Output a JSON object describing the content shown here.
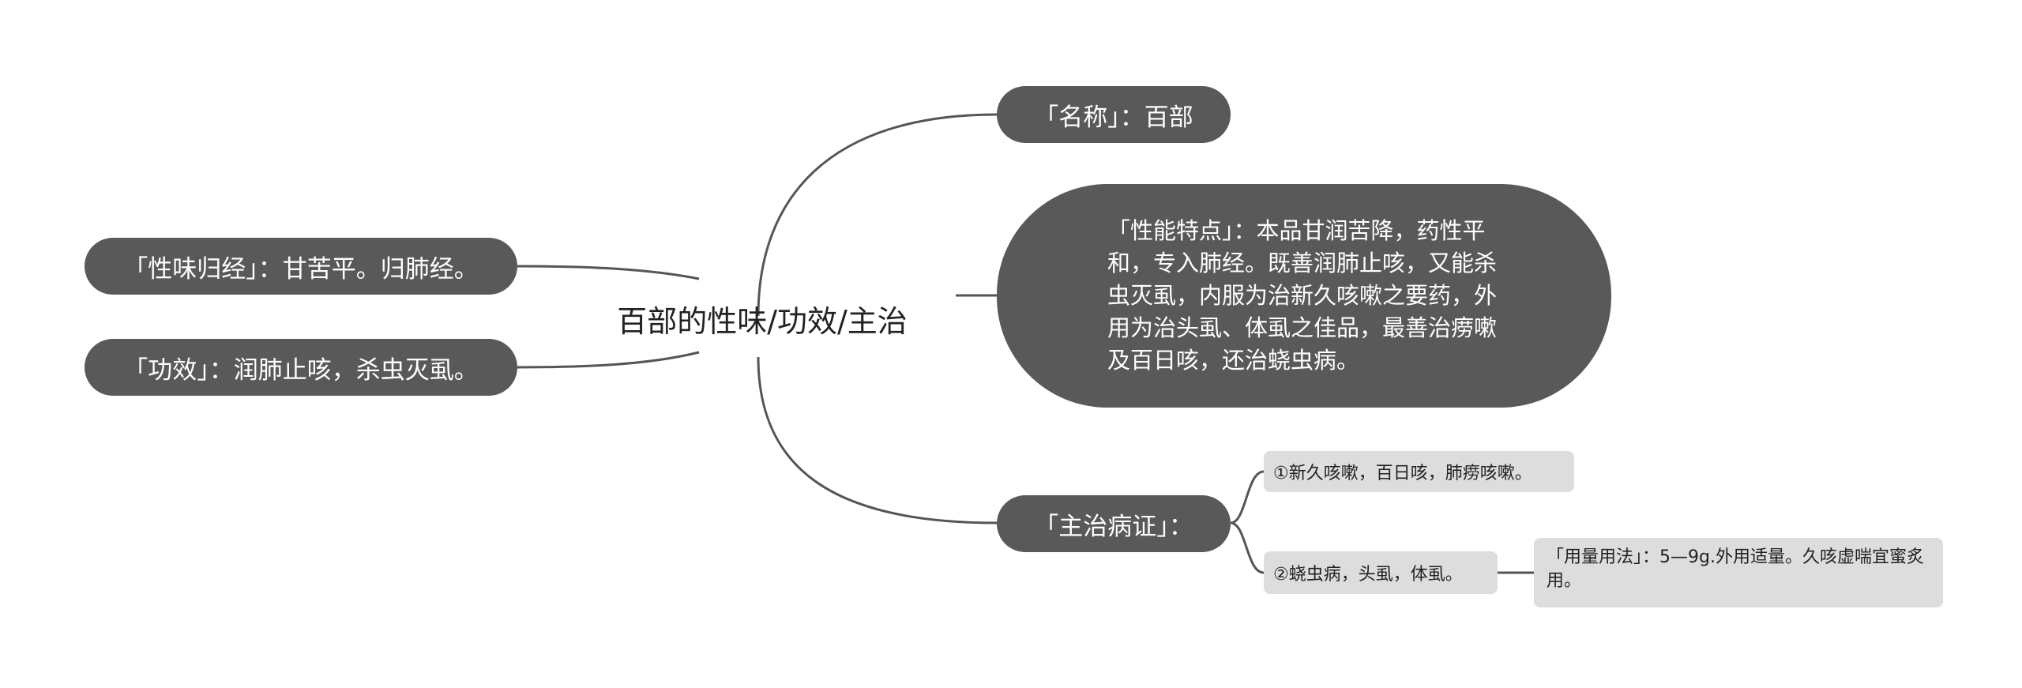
{
  "root": {
    "title": "百部的性味/功效/主治"
  },
  "branches": {
    "name": "「名称」：百部",
    "characteristics": "「性能特点」：本品甘润苦降，药性平和，专入肺经。既善润肺止咳，又能杀虫灭虱，内服为治新久咳嗽之要药，外用为治头虱、体虱之佳品，最善治痨嗽及百日咳，还治蛲虫病。",
    "indications": "「主治病证」：",
    "flavor_meridian": "「性味归经」：甘苦平。归肺经。",
    "efficacy": "「功效」：润肺止咳，杀虫灭虱。"
  },
  "indications_items": {
    "item1": "①新久咳嗽，百日咳，肺痨咳嗽。",
    "item2": "②蛲虫病，头虱，体虱。"
  },
  "usage": {
    "text": "「用量用法」：5—9g.外用适量。久咳虚喘宜蜜炙用。"
  },
  "colors": {
    "node_dark": "#595959",
    "node_light": "#dddddd",
    "connector": "#555555"
  }
}
